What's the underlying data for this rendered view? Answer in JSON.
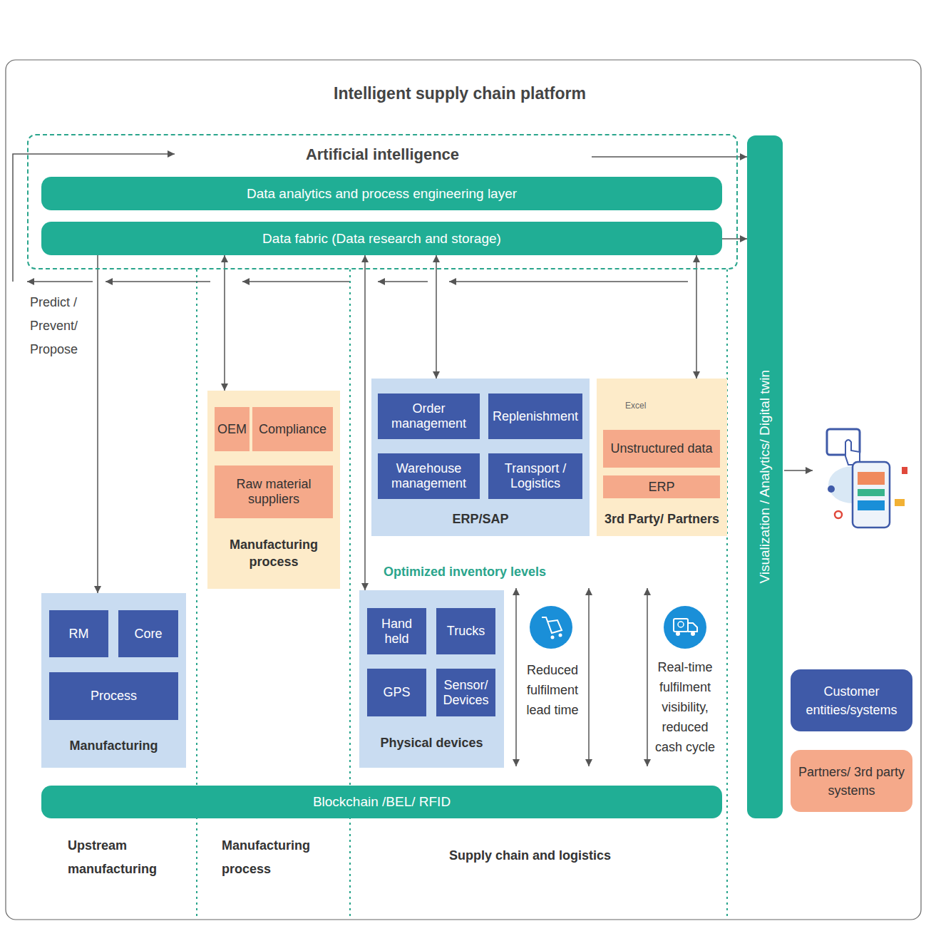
{
  "diagram": {
    "title": "Intelligent supply chain platform",
    "nodes": [
      {
        "text": [
          "Artificial intelligence"
        ]
      },
      {
        "text": [
          "Data analytics and process engineering layer"
        ],
        "in": 0
      },
      {
        "text": [
          "Data fabric (Data research and storage)"
        ],
        "in": 0
      },
      {
        "text": [
          "Visualization / Analytics/ Digital twin"
        ]
      },
      {
        "text": [
          "Manufacturing"
        ]
      },
      {
        "text": [
          "RM"
        ],
        "in": 4
      },
      {
        "text": [
          "Core"
        ],
        "in": 4
      },
      {
        "text": [
          "Process"
        ],
        "in": 4
      },
      {
        "text": [
          "Manufacturing process"
        ]
      },
      {
        "text": [
          "OEM"
        ],
        "in": 8
      },
      {
        "text": [
          "Compliance"
        ],
        "in": 8
      },
      {
        "text": [
          "Raw material suppliers"
        ],
        "in": 8
      },
      {
        "text": [
          "ERP/SAP"
        ]
      },
      {
        "text": [
          "Order management"
        ],
        "in": 12
      },
      {
        "text": [
          "Replenishment"
        ],
        "in": 12
      },
      {
        "text": [
          "Warehouse management"
        ],
        "in": 12
      },
      {
        "text": [
          "Transport / Logistics"
        ],
        "in": 12
      },
      {
        "text": [
          "3rd Party/ Partners"
        ]
      },
      {
        "text": [
          "Unstructured data"
        ],
        "in": 17
      },
      {
        "text": [
          "ERP"
        ],
        "in": 17
      },
      {
        "text": [
          "Physical devices"
        ]
      },
      {
        "text": [
          "Hand held"
        ],
        "in": 20
      },
      {
        "text": [
          "Trucks"
        ],
        "in": 20
      },
      {
        "text": [
          "GPS"
        ],
        "in": 20
      },
      {
        "text": [
          "Sensor/ Devices"
        ],
        "in": 20
      },
      {
        "text": [
          "Blockchain /BEL/ RFID"
        ]
      }
    ],
    "edges": [
      {
        "from": 0,
        "to": 3,
        "arrow": "to"
      },
      {
        "from": 2,
        "to": 3,
        "arrow": "to"
      },
      {
        "from": 2,
        "to": 4,
        "arrow": "to"
      },
      {
        "from": 8,
        "to": 2,
        "arrow": "both"
      },
      {
        "from": 20,
        "to": 2,
        "arrow": "both"
      },
      {
        "from": 12,
        "to": 2,
        "arrow": "both"
      },
      {
        "from": 17,
        "to": 2,
        "arrow": "both"
      }
    ],
    "labels": [
      "Excel",
      "Predict / Prevent/ Propose",
      "Optimized inventory levels",
      "Reduced fulfilment lead time",
      "Real-time fulfilment visibility, reduced cash cycle",
      "Upstream manufacturing",
      "Manufacturing process",
      "Supply chain and logistics"
    ],
    "legend": [
      {
        "text": "Customer entities/systems",
        "color": "#3f5aa8"
      },
      {
        "text": "Partners/ 3rd party systems",
        "color": "#f5a98a"
      }
    ]
  }
}
